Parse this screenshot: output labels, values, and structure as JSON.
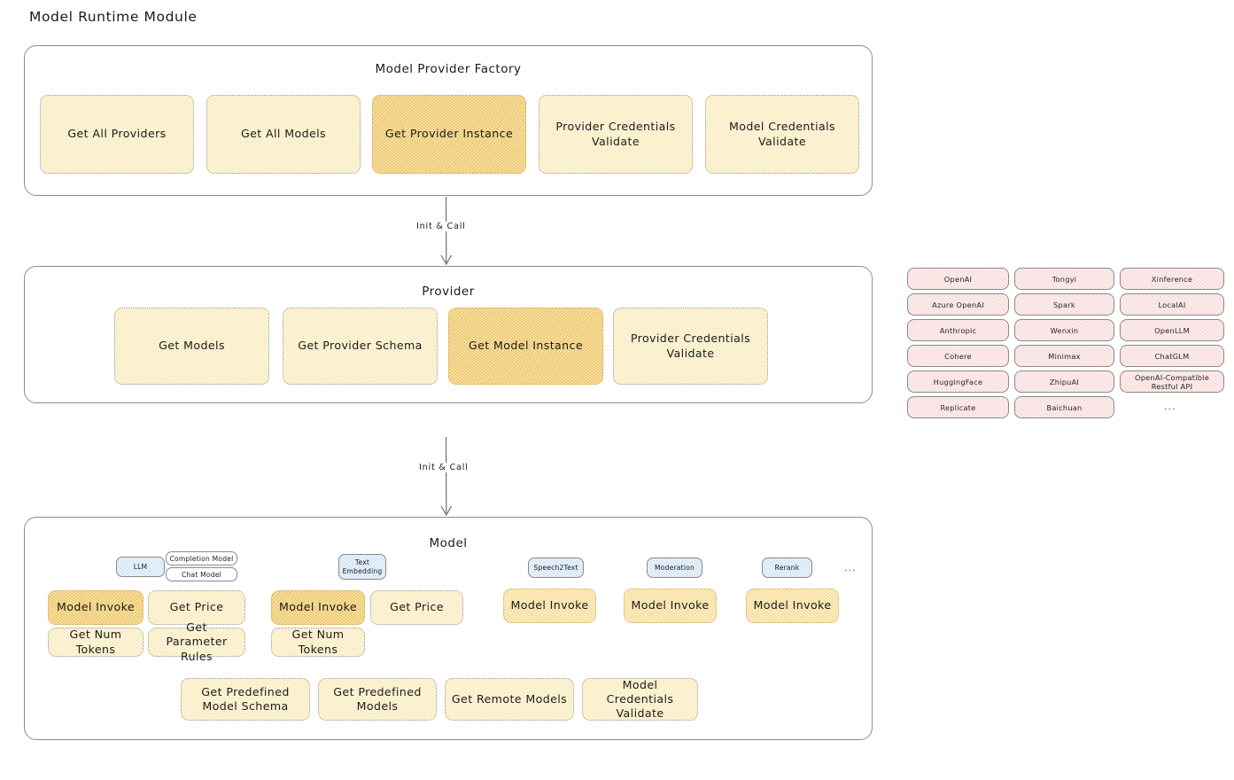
{
  "page": {
    "title": "Model Runtime Module"
  },
  "factory": {
    "title": "Model Provider Factory",
    "methods": [
      {
        "label": "Get All Providers",
        "highlight": false
      },
      {
        "label": "Get All Models",
        "highlight": false
      },
      {
        "label": "Get Provider Instance",
        "highlight": true
      },
      {
        "label": "Provider Credentials Validate",
        "highlight": false
      },
      {
        "label": "Model Credentials Validate",
        "highlight": false
      }
    ]
  },
  "arrows": [
    {
      "label": "Init & Call"
    },
    {
      "label": "Init & Call"
    }
  ],
  "provider": {
    "title": "Provider",
    "methods": [
      {
        "label": "Get Models",
        "highlight": false
      },
      {
        "label": "Get Provider Schema",
        "highlight": false
      },
      {
        "label": "Get Model Instance",
        "highlight": true
      },
      {
        "label": "Provider Credentials Validate",
        "highlight": false
      }
    ]
  },
  "provider_list": {
    "columns": [
      {
        "items": [
          "OpenAI",
          "Azure OpenAI",
          "Anthropic",
          "Cohere",
          "HuggingFace",
          "Replicate"
        ]
      },
      {
        "items": [
          "Tongyi",
          "Spark",
          "Wenxin",
          "Minimax",
          "ZhipuAI",
          "Baichuan"
        ]
      },
      {
        "items": [
          "Xinference",
          "LocalAI",
          "OpenLLM",
          "ChatGLM",
          "OpenAI-Compatible Restful API"
        ]
      }
    ],
    "ellipsis": "..."
  },
  "model": {
    "title": "Model",
    "ellipsis": "...",
    "types": [
      {
        "label": "LLM",
        "style": "blue"
      },
      {
        "label": "Completion Model",
        "style": "white"
      },
      {
        "label": "Chat Model",
        "style": "white"
      },
      {
        "label": "Text Embedding",
        "style": "blue"
      },
      {
        "label": "Speech2Text",
        "style": "blue"
      },
      {
        "label": "Moderation",
        "style": "blue"
      },
      {
        "label": "Rerank",
        "style": "blue"
      }
    ],
    "methods": [
      {
        "label": "Model Invoke",
        "highlight": "hl"
      },
      {
        "label": "Get Price",
        "highlight": "none"
      },
      {
        "label": "Get Num Tokens",
        "highlight": "none"
      },
      {
        "label": "Get Parameter Rules",
        "highlight": "none"
      },
      {
        "label": "Model Invoke",
        "highlight": "hl"
      },
      {
        "label": "Get Price",
        "highlight": "none"
      },
      {
        "label": "Get Num Tokens",
        "highlight": "none"
      },
      {
        "label": "Model Invoke",
        "highlight": "mid"
      },
      {
        "label": "Model Invoke",
        "highlight": "mid"
      },
      {
        "label": "Model Invoke",
        "highlight": "mid"
      }
    ],
    "shared_methods": [
      {
        "label": "Get Predefined Model Schema"
      },
      {
        "label": "Get Predefined Models"
      },
      {
        "label": "Get Remote Models"
      },
      {
        "label": "Model Credentials Validate"
      }
    ]
  },
  "colors": {
    "box_fill": "#fdf6dd",
    "box_fill_highlight": "#fae8b4",
    "box_fill_mid": "#fcefc5",
    "provider_chip": "#fdeeee",
    "model_type_chip": "#e8f2fb",
    "border": "#8d8d8d",
    "text": "#1b1b1b"
  }
}
